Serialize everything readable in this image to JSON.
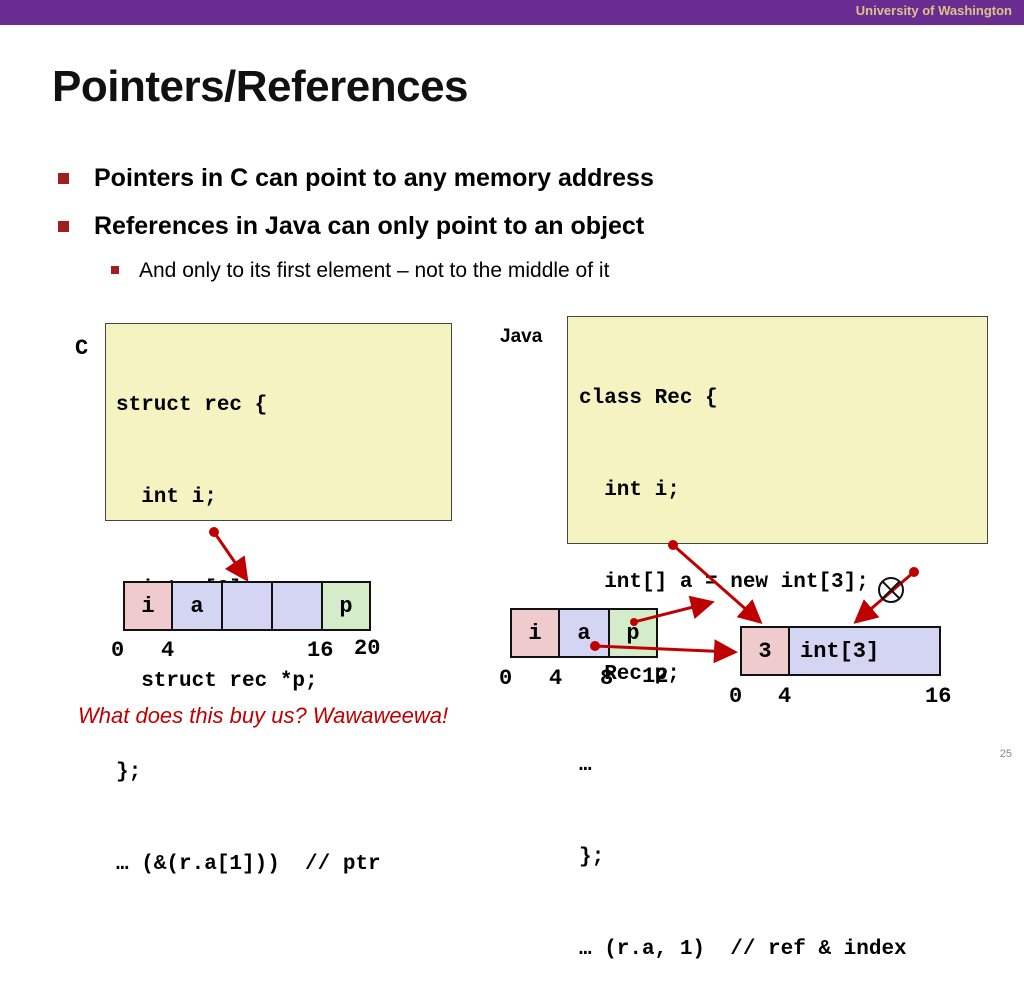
{
  "header": {
    "university": "University of Washington"
  },
  "title": "Pointers/References",
  "bullets": [
    "Pointers in C can point to any memory address",
    "References in Java can only point to an object"
  ],
  "sub_bullet": "And only to its first element – not to the middle of it",
  "c_section": {
    "label": "C",
    "code": [
      "struct rec {",
      "  int i;",
      "  int a[3];",
      "  struct rec *p;",
      "};",
      "… (&(r.a[1]))  // ptr"
    ],
    "cells": [
      "i",
      "a",
      "",
      "",
      "p"
    ],
    "offsets": [
      "0",
      "4",
      "16",
      "20"
    ]
  },
  "java_section": {
    "label": "Java",
    "code": [
      "class Rec {",
      "  int i;",
      "  int[] a = new int[3];",
      "  Rec p;",
      "…",
      "};",
      "… (r.a, 1)  // ref & index"
    ],
    "rec_cells": [
      "i",
      "a",
      "p"
    ],
    "rec_offsets": [
      "0",
      "4",
      "8",
      "12"
    ],
    "array_cells": [
      "3",
      "int[3]"
    ],
    "array_offsets": [
      "0",
      "4",
      "16"
    ]
  },
  "question": "What does this buy us? Wawaweewa!",
  "page_number": "25",
  "colors": {
    "header_bar": "#6b2c91",
    "header_text": "#d9c48a",
    "bullet_mark": "#a01d22",
    "code_bg": "#f6f3c2",
    "arrow": "#c00000",
    "cell_i": "#efcbcd",
    "cell_a": "#d3d5f3",
    "cell_p": "#d5ecca"
  },
  "icons": [
    "forbidden-circle-icon"
  ]
}
